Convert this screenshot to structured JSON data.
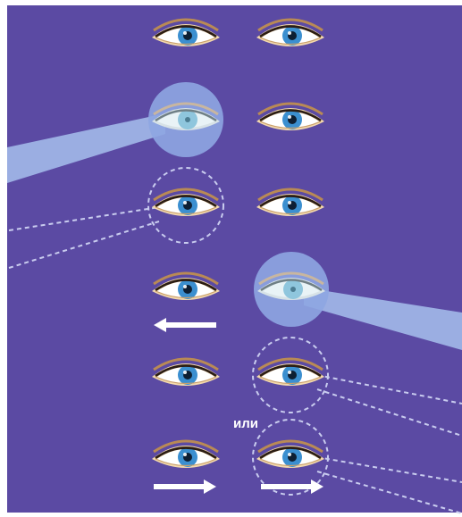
{
  "diagram": {
    "label_or": "или",
    "colors": {
      "background": "#5b4aa3",
      "frame": "#ffffff",
      "light_beam": "#9fb3e6",
      "glow": "#8ea6e2",
      "dashed": "#c9ccef",
      "arrow": "#ffffff",
      "skin": "#f3d9ad",
      "lid_shadow": "#b98a55",
      "lash": "#2b1d14",
      "iris": "#3b8fd0",
      "pupil": "#0e1f33",
      "sclera": "#ffffff"
    },
    "rows": [
      {
        "left": "eye-normal",
        "right": "eye-normal",
        "annotation": "none"
      },
      {
        "left": "eye-lit",
        "right": "eye-normal",
        "annotation": "light-beam-from-left"
      },
      {
        "left": "eye-normal",
        "right": "eye-normal",
        "annotation": "dashed-beam-from-left"
      },
      {
        "left": "eye-normal",
        "right": "eye-lit",
        "annotation": "light-beam-from-right",
        "arrow_left": "left"
      },
      {
        "left": "eye-normal",
        "right": "eye-normal",
        "annotation": "dashed-beam-from-right"
      },
      {
        "left": "eye-normal",
        "right": "eye-normal",
        "annotation": "dashed-beam-from-right",
        "arrow_left": "right",
        "arrow_right": "right"
      }
    ]
  }
}
